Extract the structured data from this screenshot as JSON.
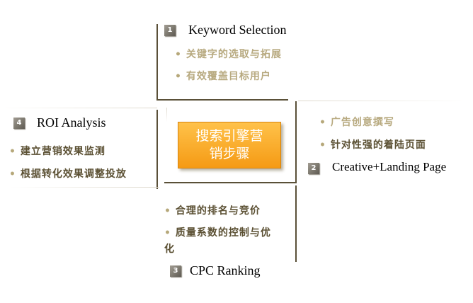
{
  "center": {
    "line1": "搜索引擎营",
    "line2": "销步骤"
  },
  "steps": [
    {
      "number": "1",
      "title": "Keyword Selection",
      "items": [
        "关键字的选取与拓展",
        "有效覆盖目标用户"
      ],
      "item_color": "#b8aa80"
    },
    {
      "number": "2",
      "title": "Creative+Landing Page",
      "items": [
        "广告创意撰写",
        "针对性强的着陆页面"
      ],
      "item_color": "#5b5033"
    },
    {
      "number": "3",
      "title": "CPC Ranking",
      "items": [
        "合理的排名与竞价",
        "质量系数的控制与优",
        "化"
      ],
      "item_color": "#5b5033"
    },
    {
      "number": "4",
      "title": "ROI Analysis",
      "items": [
        "建立营销效果监测",
        "根据转化效果调整投放"
      ],
      "item_color": "#5b5033"
    }
  ]
}
